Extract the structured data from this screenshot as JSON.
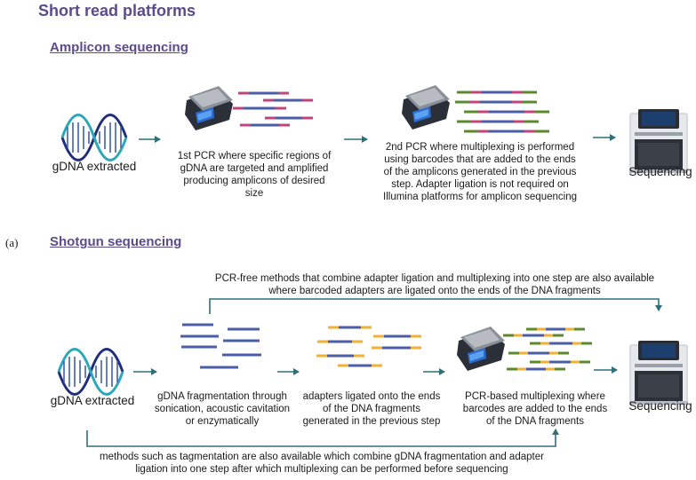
{
  "title": "Short read platforms",
  "amplicon": {
    "heading": "Amplicon sequencing",
    "start_label": "gDNA extracted",
    "step1_caption": "1st PCR where specific regions of gDNA are targeted and amplified producing amplicons of desired size",
    "step2_caption": "2nd PCR where multiplexing is performed using barcodes that are added to the ends of the amplicons generated in the previous step. Adapter ligation is not required on Illumina platforms for amplicon sequencing",
    "end_label": "Sequencing"
  },
  "panel_label": "(a)",
  "shotgun": {
    "heading": "Shotgun sequencing",
    "top_note": "PCR-free methods that combine adapter ligation and multiplexing into one step are also available where barcoded adapters are ligated onto the ends of the DNA fragments",
    "start_label": "gDNA extracted",
    "step1_caption": "gDNA fragmentation through sonication, acoustic cavitation or enzymatically",
    "step2_caption": "adapters ligated onto the ends of the DNA fragments generated in the previous step",
    "step3_caption": "PCR-based multiplexing where barcodes are added to the ends of the DNA fragments",
    "end_label": "Sequencing",
    "bottom_note": "methods such as tagmentation are also available which combine gDNA fragmentation and adapter ligation into one step after which multiplexing can be performed before sequencing"
  },
  "colors": {
    "heading": "#5b4a8c",
    "arrow": "#2f6f7a",
    "dna_strand": "#4a5ea8",
    "primer_pink": "#c2457a",
    "barcode_green": "#5a8a2c",
    "adapter_yellow": "#f2b134",
    "dna_blue": "#4a5ea8"
  },
  "icons": [
    "dna-helix-icon",
    "pcr-machine-icon",
    "sequencer-icon"
  ]
}
